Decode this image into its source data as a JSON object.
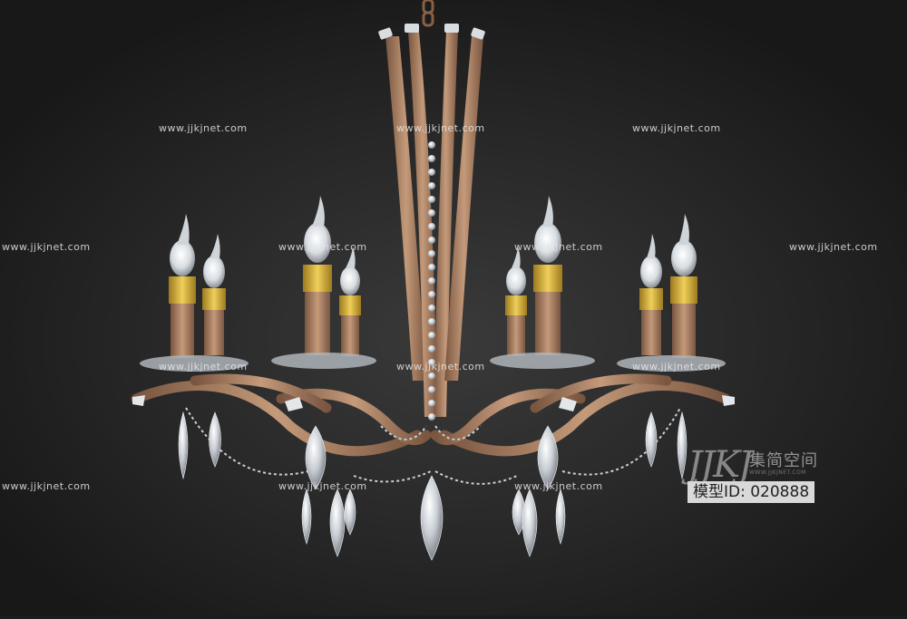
{
  "watermarks": {
    "site": "www.jjkjnet.com"
  },
  "logo": {
    "glyph": "JJKJ",
    "name_cn": "集简空间",
    "sub": "WWW.JJKJNET.COM"
  },
  "model_id_label": "模型ID: 020888",
  "colors": {
    "background": "#1c1c1c",
    "bronze": "#a97c5e",
    "gold": "#c9a53a",
    "crystal": "#d8dde2"
  }
}
